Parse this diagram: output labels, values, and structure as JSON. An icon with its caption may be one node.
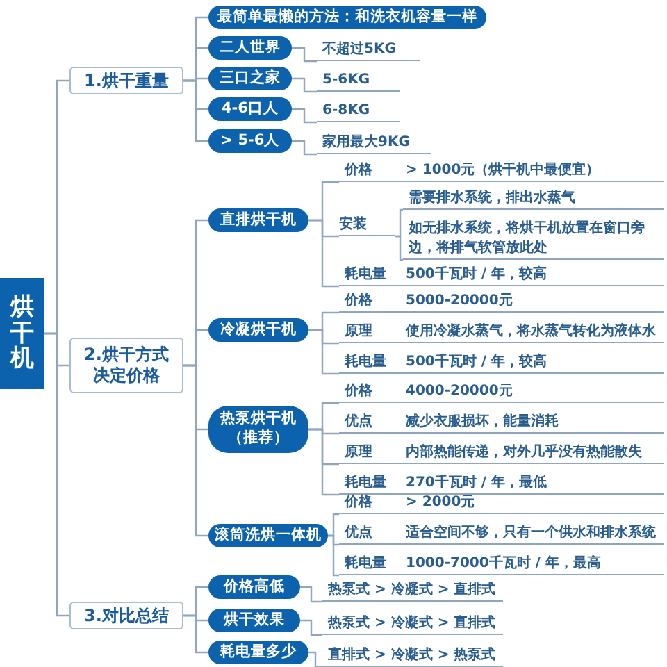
{
  "diagram": {
    "nodes": [
      {
        "text": [
          "烘干机"
        ]
      },
      {
        "text": [
          "1.烘干重量"
        ]
      },
      {
        "text": [
          "最简单最懒的方法：和洗衣机容量一样"
        ]
      },
      {
        "text": [
          "二人世界"
        ]
      },
      {
        "text": [
          "不超过5KG"
        ]
      },
      {
        "text": [
          "三口之家"
        ]
      },
      {
        "text": [
          "5-6KG"
        ]
      },
      {
        "text": [
          "4-6口人"
        ]
      },
      {
        "text": [
          "6-8KG"
        ]
      },
      {
        "text": [
          "> 5-6人"
        ]
      },
      {
        "text": [
          "家用最大9KG"
        ]
      },
      {
        "text": [
          "2.烘干方式决定价格"
        ]
      },
      {
        "text": [
          "直排烘干机"
        ]
      },
      {
        "text": [
          "价格",
          "> 1000元（烘干机中最便宜）"
        ]
      },
      {
        "text": [
          "安装"
        ]
      },
      {
        "text": [
          "需要排水系统，排出水蒸气"
        ]
      },
      {
        "text": [
          "如无排水系统，将烘干机放置在窗口旁边，将排气软管放此处"
        ]
      },
      {
        "text": [
          "耗电量",
          "500千瓦时 / 年，较高"
        ]
      },
      {
        "text": [
          "冷凝烘干机"
        ]
      },
      {
        "text": [
          "价格",
          "5000-20000元"
        ]
      },
      {
        "text": [
          "原理",
          "使用冷凝水蒸气，将水蒸气转化为液体水"
        ]
      },
      {
        "text": [
          "耗电量",
          "500千瓦时 / 年，较高"
        ]
      },
      {
        "text": [
          "热泵烘干机（推荐）"
        ]
      },
      {
        "text": [
          "价格",
          "4000-20000元"
        ]
      },
      {
        "text": [
          "优点",
          "减少衣服损坏，能量消耗"
        ]
      },
      {
        "text": [
          "原理",
          "内部热能传递，对外几乎没有热能散失"
        ]
      },
      {
        "text": [
          "耗电量",
          "270千瓦时 / 年，最低"
        ]
      },
      {
        "text": [
          "滚筒洗烘一体机"
        ]
      },
      {
        "text": [
          "价格",
          "> 2000元"
        ]
      },
      {
        "text": [
          "优点",
          "适合空间不够，只有一个供水和排水系统"
        ]
      },
      {
        "text": [
          "耗电量",
          "1000-7000千瓦时 / 年，最高"
        ]
      },
      {
        "text": [
          "3.对比总结"
        ]
      },
      {
        "text": [
          "价格高低"
        ]
      },
      {
        "text": [
          "热泵式 > 冷凝式 > 直排式"
        ]
      },
      {
        "text": [
          "烘干效果"
        ]
      },
      {
        "text": [
          "热泵式 > 冷凝式 > 直排式"
        ]
      },
      {
        "text": [
          "耗电量多少"
        ]
      },
      {
        "text": [
          "直排式 > 冷凝式 > 热泵式"
        ]
      }
    ],
    "edges": [
      {
        "from": 0,
        "to": 1,
        "arrow": "none"
      },
      {
        "from": 1,
        "to": 2,
        "arrow": "none"
      },
      {
        "from": 1,
        "to": 3,
        "arrow": "none"
      },
      {
        "from": 3,
        "to": 4,
        "arrow": "none"
      },
      {
        "from": 1,
        "to": 5,
        "arrow": "none"
      },
      {
        "from": 5,
        "to": 6,
        "arrow": "none"
      },
      {
        "from": 1,
        "to": 7,
        "arrow": "none"
      },
      {
        "from": 7,
        "to": 8,
        "arrow": "none"
      },
      {
        "from": 1,
        "to": 9,
        "arrow": "none"
      },
      {
        "from": 9,
        "to": 10,
        "arrow": "none"
      },
      {
        "from": 0,
        "to": 11,
        "arrow": "none"
      },
      {
        "from": 11,
        "to": 12,
        "arrow": "none"
      },
      {
        "from": 12,
        "to": 13,
        "arrow": "none"
      },
      {
        "from": 12,
        "to": 14,
        "arrow": "none"
      },
      {
        "from": 14,
        "to": 15,
        "arrow": "none"
      },
      {
        "from": 14,
        "to": 16,
        "arrow": "none"
      },
      {
        "from": 12,
        "to": 17,
        "arrow": "none"
      },
      {
        "from": 11,
        "to": 18,
        "arrow": "none"
      },
      {
        "from": 18,
        "to": 19,
        "arrow": "none"
      },
      {
        "from": 18,
        "to": 20,
        "arrow": "none"
      },
      {
        "from": 18,
        "to": 21,
        "arrow": "none"
      },
      {
        "from": 11,
        "to": 22,
        "arrow": "none"
      },
      {
        "from": 22,
        "to": 23,
        "arrow": "none"
      },
      {
        "from": 22,
        "to": 24,
        "arrow": "none"
      },
      {
        "from": 22,
        "to": 25,
        "arrow": "none"
      },
      {
        "from": 22,
        "to": 26,
        "arrow": "none"
      },
      {
        "from": 11,
        "to": 27,
        "arrow": "none"
      },
      {
        "from": 27,
        "to": 28,
        "arrow": "none"
      },
      {
        "from": 27,
        "to": 29,
        "arrow": "none"
      },
      {
        "from": 27,
        "to": 30,
        "arrow": "none"
      },
      {
        "from": 0,
        "to": 31,
        "arrow": "none"
      },
      {
        "from": 31,
        "to": 32,
        "arrow": "none"
      },
      {
        "from": 32,
        "to": 33,
        "arrow": "none"
      },
      {
        "from": 31,
        "to": 34,
        "arrow": "none"
      },
      {
        "from": 34,
        "to": 35,
        "arrow": "none"
      },
      {
        "from": 31,
        "to": 36,
        "arrow": "none"
      },
      {
        "from": 36,
        "to": 37,
        "arrow": "none"
      }
    ]
  }
}
